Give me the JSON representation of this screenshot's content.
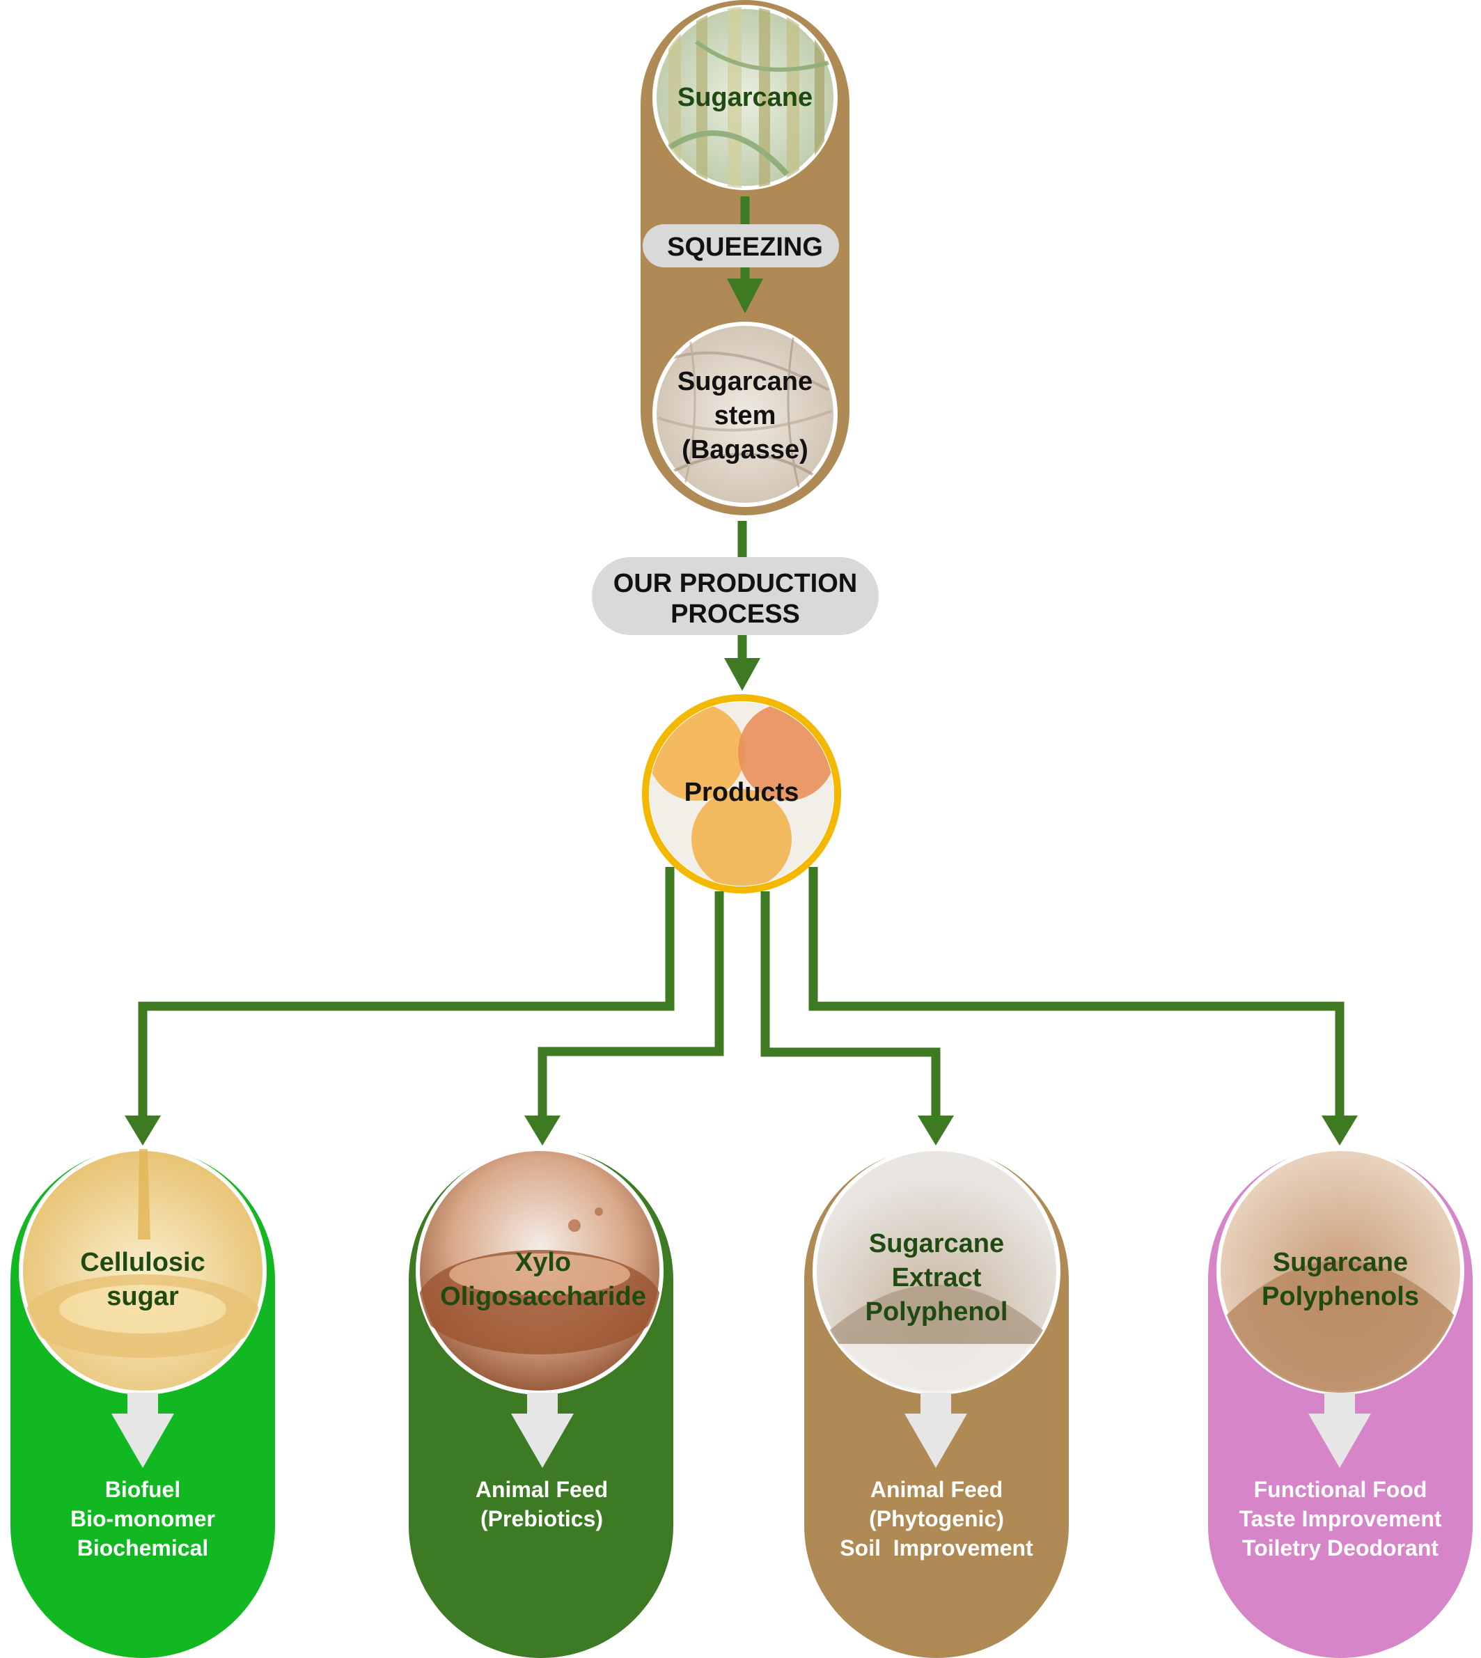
{
  "colors": {
    "arrow_green": "#3d7a22",
    "brown": "#b08a55",
    "bright_green": "#12b822",
    "dark_green": "#3c7a24",
    "pink": "#d686c8",
    "gold": "#f5b800",
    "pill_gray": "#d9d9d9",
    "label_green": "#1f4a12",
    "white_arrow": "#e6e6e6"
  },
  "top_column": {
    "sugarcane": {
      "label": "Sugarcane",
      "image": "sugarcane-photo"
    },
    "squeezing": "SQUEEZING",
    "bagasse": {
      "line1": "Sugarcane",
      "line2": "stem",
      "line3": "(Bagasse)",
      "image": "bagasse-fibre-photo"
    }
  },
  "process": {
    "line1": "OUR PRODUCTION",
    "line2": "PROCESS"
  },
  "products": {
    "label": "Products",
    "image": "amber-liquid-dishes-photo"
  },
  "branches": [
    {
      "title1": "Cellulosic",
      "title2": "sugar",
      "title3": "",
      "uses": [
        "Biofuel",
        "Bio-monomer",
        "Biochemical"
      ],
      "image": "pouring-syrup-photo"
    },
    {
      "title1": "Xylo",
      "title2": "Oligosaccharide",
      "title3": "",
      "uses": [
        "Animal Feed",
        "(Prebiotics)",
        ""
      ],
      "image": "syrup-splash-photo"
    },
    {
      "title1": "Sugarcane",
      "title2": "Extract",
      "title3": "Polyphenol",
      "uses": [
        "Animal Feed",
        "(Phytogenic)",
        "Soil  Improvement"
      ],
      "image": "powder-pile-photo"
    },
    {
      "title1": "Sugarcane",
      "title2": "Polyphenols",
      "title3": "",
      "uses": [
        "Functional Food",
        "Taste Improvement",
        "Toiletry Deodorant"
      ],
      "image": "brown-powder-photo"
    }
  ]
}
